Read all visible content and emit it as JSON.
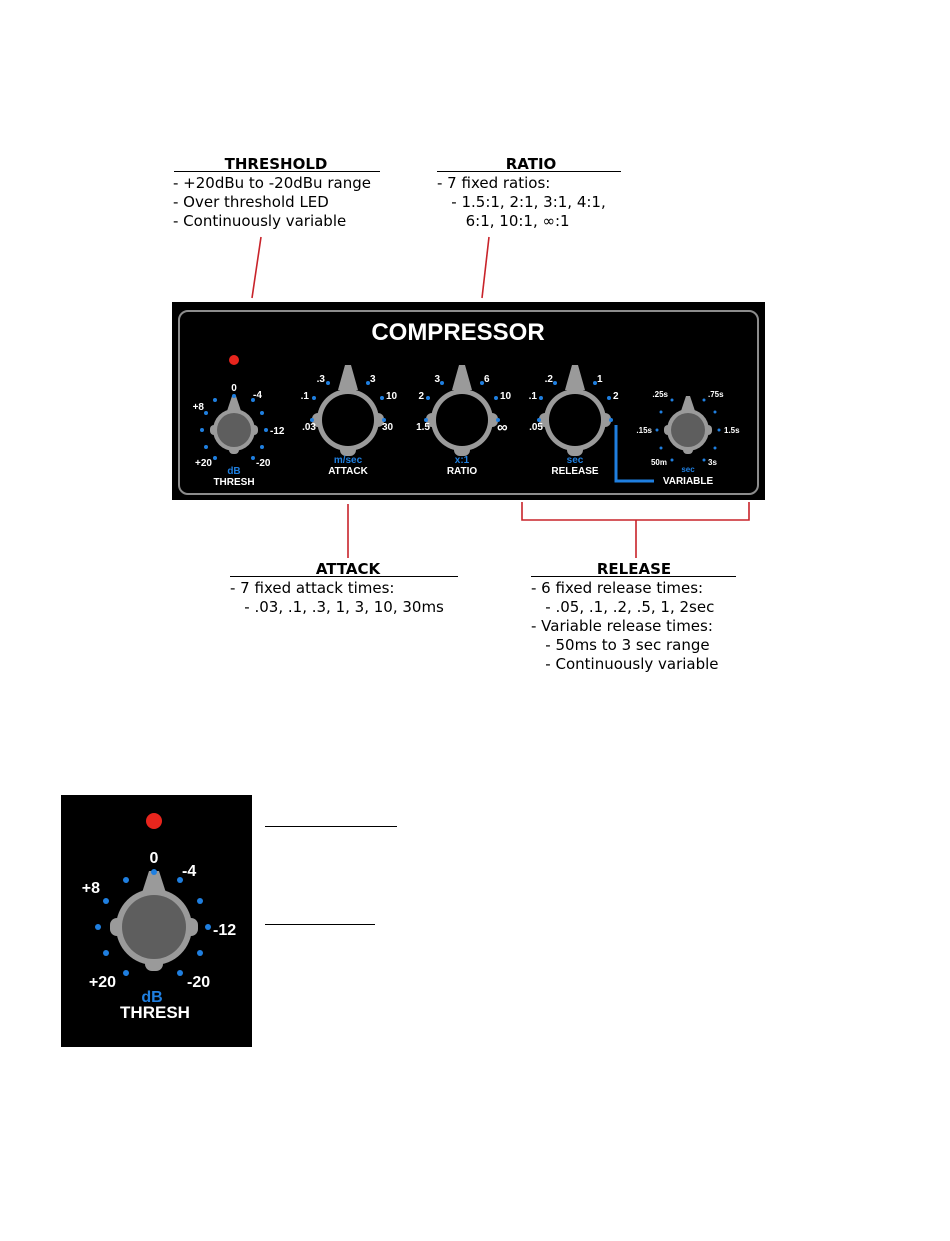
{
  "callouts": {
    "threshold": {
      "title": "THRESHOLD",
      "lines": [
        "- +20dBu to -20dBu range",
        "- Over threshold LED",
        "- Continuously variable"
      ]
    },
    "ratio": {
      "title": "RATIO",
      "lines": [
        "- 7 fixed ratios:",
        "   - 1.5:1, 2:1, 3:1, 4:1,",
        "      6:1, 10:1, ∞:1"
      ]
    },
    "attack": {
      "title": "ATTACK",
      "lines": [
        "- 7 fixed attack times:",
        "   - .03, .1, .3, 1, 3, 10, 30ms"
      ]
    },
    "release": {
      "title": "RELEASE",
      "lines": [
        "- 6 fixed release times:",
        "   - .05, .1, .2, .5, 1, 2sec",
        "- Variable release times:",
        "   - 50ms to 3 sec range",
        "   - Continuously variable"
      ]
    }
  },
  "panel": {
    "title": "COMPRESSOR",
    "thresh": {
      "labels": [
        "0",
        "-4",
        "+8",
        "-12",
        "+20",
        "-20"
      ],
      "unit": "dB",
      "name": "THRESH"
    },
    "attack": {
      "labels": [
        ".3",
        "3",
        ".1",
        "10",
        ".03",
        "30"
      ],
      "unit": "m/sec",
      "name": "ATTACK"
    },
    "ratio": {
      "labels": [
        "3",
        "6",
        "2",
        "10",
        "1.5",
        "∞"
      ],
      "unit": "x:1",
      "name": "RATIO"
    },
    "release": {
      "labels": [
        ".2",
        "1",
        ".1",
        "2",
        ".05"
      ],
      "unit": "sec",
      "name": "RELEASE"
    },
    "variable": {
      "labels": [
        ".25s",
        ".75s",
        ".15s",
        "1.5s",
        "50m",
        "3s"
      ],
      "unit": "sec",
      "name": "VARIABLE"
    }
  },
  "detail": {
    "labels": [
      "0",
      "-4",
      "+8",
      "-12",
      "+20",
      "-20"
    ],
    "unit": "dB",
    "name": "THRESH"
  },
  "colors": {
    "panel": "#000000",
    "knob_body": "#9a9a9a",
    "knob_cap": "#5e5e5e",
    "dot_blue": "#1f7fe0",
    "led_red": "#e8251d",
    "leader_red": "#c8232a"
  }
}
